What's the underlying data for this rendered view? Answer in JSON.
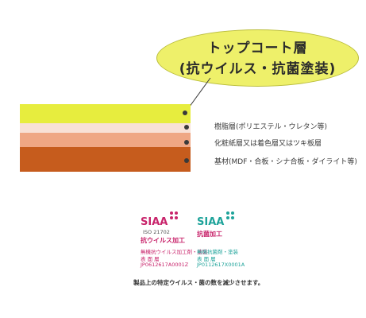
{
  "callout": {
    "line1": "トップコート層",
    "line2": "(抗ウイルス・抗菌塗装)"
  },
  "layers": [
    {
      "label": "樹脂層(ポリエステル・ウレタン等)",
      "color": "#f8e1d6"
    },
    {
      "label": "化粧紙層又は着色層又はツキ板層",
      "color": "#efa784"
    },
    {
      "label": "基材(MDF・合板・シナ合板・ダイライト等)",
      "color": "#c65c1d"
    }
  ],
  "top_layer_color": "#e7ed3e",
  "marks": {
    "antiviral": {
      "logo_text": "SIAA",
      "iso": "ISO 21702",
      "title": "抗ウイルス加工",
      "line1": "無機抗ウイルス加工剤・塗装",
      "line2": "表 面 層",
      "code": "JP0612617A0001Z",
      "color": "#c8246b"
    },
    "antibacterial": {
      "logo_text": "SIAA",
      "title": "抗菌加工",
      "line1": "無機抗菌剤・塗装",
      "line2": "表 面 層",
      "code": "JP0112617X0001A",
      "color": "#1ea39a"
    }
  },
  "footnote": "製品上の特定ウイルス・菌の数を減少させます。"
}
